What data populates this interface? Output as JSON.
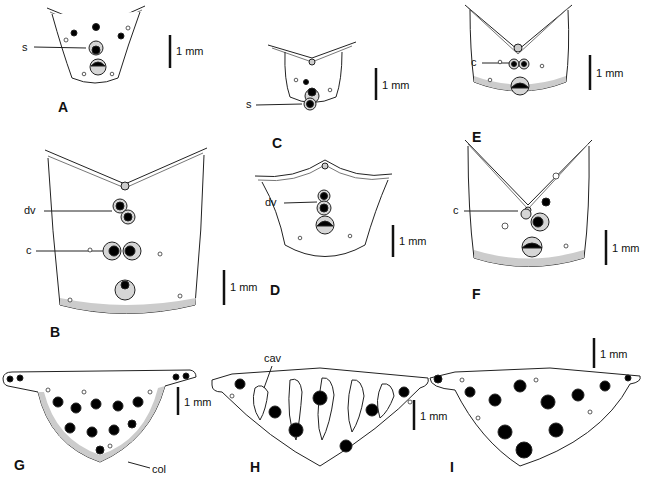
{
  "diagram": {
    "labels": [
      "s",
      "1 mm",
      "A",
      "dv",
      "c",
      "1 mm",
      "B",
      "s",
      "1 mm",
      "C",
      "dv",
      "1 mm",
      "D",
      "c",
      "1 mm",
      "E",
      "c",
      "1 mm",
      "F",
      "1 mm",
      "col",
      "G",
      "cav",
      "1 mm",
      "H",
      "1 mm",
      "I"
    ]
  }
}
